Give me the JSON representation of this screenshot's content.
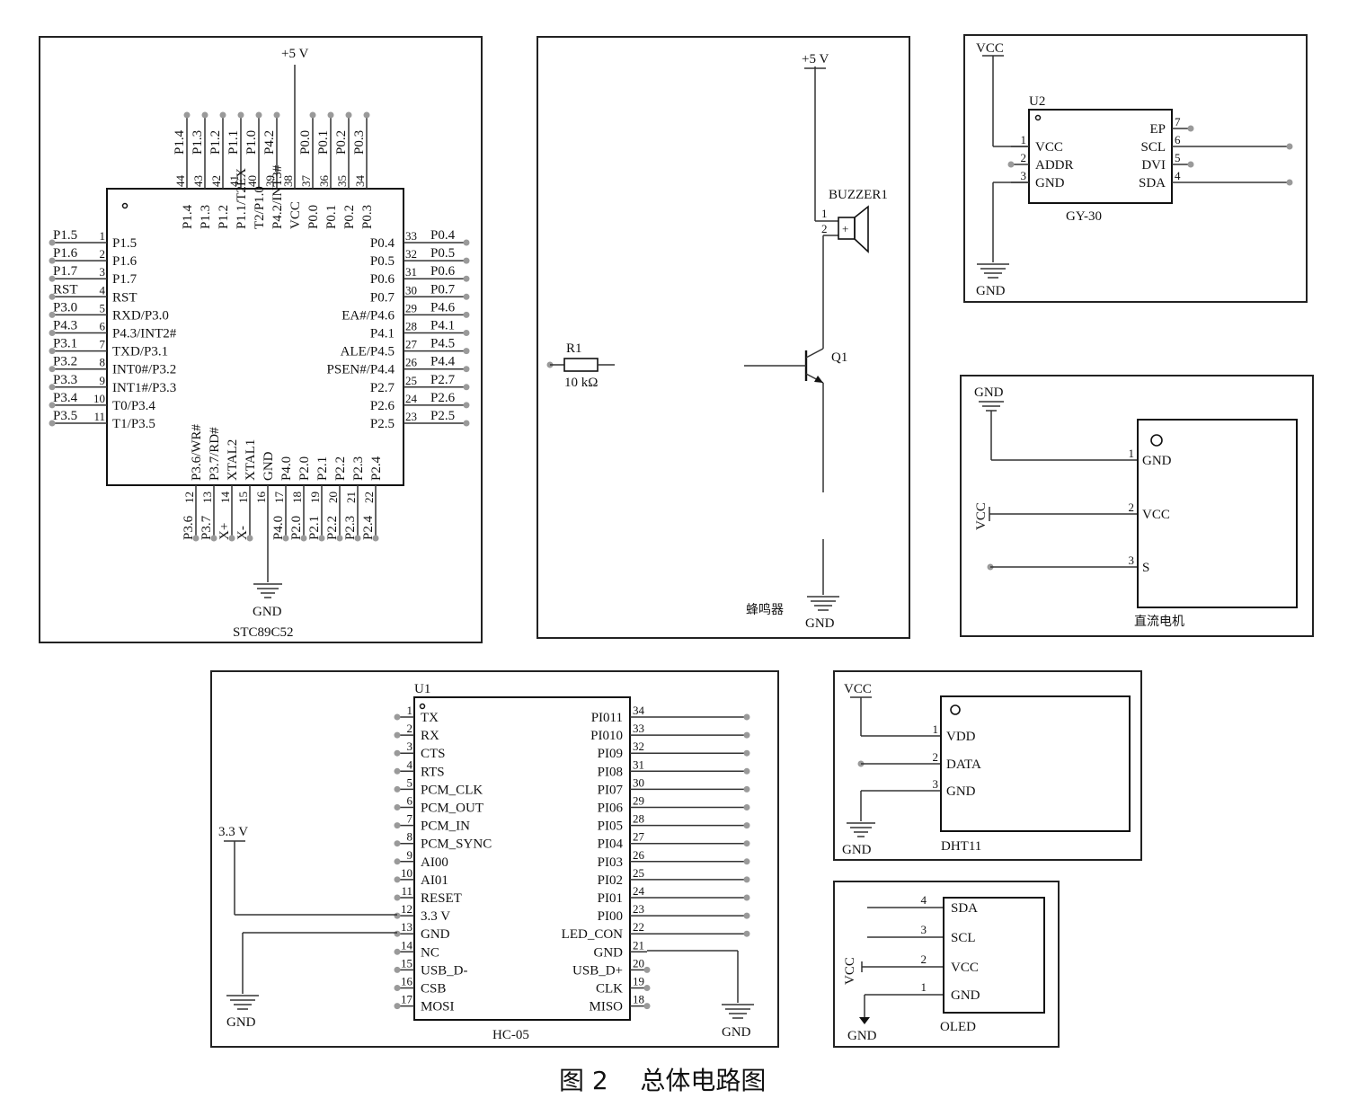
{
  "caption": "图 2    总体电路图",
  "mcu": {
    "name": "STC89C52",
    "vcc_label": "+5 V",
    "gnd_label": "GND",
    "left_pins": [
      {
        "num": "1",
        "inner": "P1.5",
        "outer": "P1.5"
      },
      {
        "num": "2",
        "inner": "P1.6",
        "outer": "P1.6"
      },
      {
        "num": "3",
        "inner": "P1.7",
        "outer": "P1.7"
      },
      {
        "num": "4",
        "inner": "RST",
        "outer": "RST"
      },
      {
        "num": "5",
        "inner": "RXD/P3.0",
        "outer": "P3.0"
      },
      {
        "num": "6",
        "inner": "P4.3/INT2#",
        "outer": "P4.3"
      },
      {
        "num": "7",
        "inner": "TXD/P3.1",
        "outer": "P3.1"
      },
      {
        "num": "8",
        "inner": "INT0#/P3.2",
        "outer": "P3.2"
      },
      {
        "num": "9",
        "inner": "INT1#/P3.3",
        "outer": "P3.3"
      },
      {
        "num": "10",
        "inner": "T0/P3.4",
        "outer": "P3.4"
      },
      {
        "num": "11",
        "inner": "T1/P3.5",
        "outer": "P3.5"
      }
    ],
    "right_pins": [
      {
        "num": "33",
        "inner": "P0.4",
        "outer": "P0.4"
      },
      {
        "num": "32",
        "inner": "P0.5",
        "outer": "P0.5"
      },
      {
        "num": "31",
        "inner": "P0.6",
        "outer": "P0.6"
      },
      {
        "num": "30",
        "inner": "P0.7",
        "outer": "P0.7"
      },
      {
        "num": "29",
        "inner": "EA#/P4.6",
        "outer": "P4.6"
      },
      {
        "num": "28",
        "inner": "P4.1",
        "outer": "P4.1"
      },
      {
        "num": "27",
        "inner": "ALE/P4.5",
        "outer": "P4.5"
      },
      {
        "num": "26",
        "inner": "PSEN#/P4.4",
        "outer": "P4.4"
      },
      {
        "num": "25",
        "inner": "P2.7",
        "outer": "P2.7"
      },
      {
        "num": "24",
        "inner": "P2.6",
        "outer": "P2.6"
      },
      {
        "num": "23",
        "inner": "P2.5",
        "outer": "P2.5"
      }
    ],
    "top_pins": [
      {
        "num": "44",
        "inner": "P1.4",
        "outer": "P1.4"
      },
      {
        "num": "43",
        "inner": "P1.3",
        "outer": "P1.3"
      },
      {
        "num": "42",
        "inner": "P1.2",
        "outer": "P1.2"
      },
      {
        "num": "41",
        "inner": "P1.1/T2EX",
        "outer": "P1.1"
      },
      {
        "num": "40",
        "inner": "T2/P1.0",
        "outer": "P1.0"
      },
      {
        "num": "39",
        "inner": "P4.2/INT3#",
        "outer": "P4.2"
      },
      {
        "num": "38",
        "inner": "VCC",
        "outer": ""
      },
      {
        "num": "37",
        "inner": "P0.0",
        "outer": "P0.0"
      },
      {
        "num": "36",
        "inner": "P0.1",
        "outer": "P0.1"
      },
      {
        "num": "35",
        "inner": "P0.2",
        "outer": "P0.2"
      },
      {
        "num": "34",
        "inner": "P0.3",
        "outer": "P0.3"
      }
    ],
    "bottom_pins": [
      {
        "num": "12",
        "inner": "P3.6/WR#",
        "outer": "P3.6"
      },
      {
        "num": "13",
        "inner": "P3.7/RD#",
        "outer": "P3.7"
      },
      {
        "num": "14",
        "inner": "XTAL2",
        "outer": "X+"
      },
      {
        "num": "15",
        "inner": "XTAL1",
        "outer": "X-"
      },
      {
        "num": "16",
        "inner": "GND",
        "outer": ""
      },
      {
        "num": "17",
        "inner": "P4.0",
        "outer": "P4.0"
      },
      {
        "num": "18",
        "inner": "P2.0",
        "outer": "P2.0"
      },
      {
        "num": "19",
        "inner": "P2.1",
        "outer": "P2.1"
      },
      {
        "num": "20",
        "inner": "P2.2",
        "outer": "P2.2"
      },
      {
        "num": "21",
        "inner": "P2.3",
        "outer": "P2.3"
      },
      {
        "num": "22",
        "inner": "P2.4",
        "outer": "P2.4"
      }
    ]
  },
  "buzzer": {
    "vcc_label": "+5 V",
    "buzzer_name": "BUZZER1",
    "pin1": "1",
    "pin2": "2",
    "plus": "+",
    "r_name": "R1",
    "r_value": "10 kΩ",
    "q_name": "Q1",
    "gnd_label": "GND",
    "caption": "蜂鸣器"
  },
  "gy30": {
    "vcc_label": "VCC",
    "ref": "U2",
    "name": "GY-30",
    "gnd_label": "GND",
    "left_pins": [
      {
        "num": "1",
        "label": "VCC"
      },
      {
        "num": "2",
        "label": "ADDR"
      },
      {
        "num": "3",
        "label": "GND"
      }
    ],
    "right_pins": [
      {
        "num": "7",
        "label": "EP"
      },
      {
        "num": "6",
        "label": "SCL"
      },
      {
        "num": "5",
        "label": "DVI"
      },
      {
        "num": "4",
        "label": "SDA"
      }
    ]
  },
  "motor": {
    "gnd_label": "GND",
    "vcc_label": "VCC",
    "name": "直流电机",
    "pins": [
      {
        "num": "1",
        "label": "GND"
      },
      {
        "num": "2",
        "label": "VCC"
      },
      {
        "num": "3",
        "label": "S"
      }
    ]
  },
  "hc05": {
    "ref": "U1",
    "name": "HC-05",
    "v33_label": "3.3 V",
    "gnd_left": "GND",
    "gnd_right": "GND",
    "left_pins": [
      {
        "num": "1",
        "label": "TX"
      },
      {
        "num": "2",
        "label": "RX"
      },
      {
        "num": "3",
        "label": "CTS"
      },
      {
        "num": "4",
        "label": "RTS"
      },
      {
        "num": "5",
        "label": "PCM_CLK"
      },
      {
        "num": "6",
        "label": "PCM_OUT"
      },
      {
        "num": "7",
        "label": "PCM_IN"
      },
      {
        "num": "8",
        "label": "PCM_SYNC"
      },
      {
        "num": "9",
        "label": "AI00"
      },
      {
        "num": "10",
        "label": "AI01"
      },
      {
        "num": "11",
        "label": "RESET"
      },
      {
        "num": "12",
        "label": "3.3 V"
      },
      {
        "num": "13",
        "label": "GND"
      },
      {
        "num": "14",
        "label": "NC"
      },
      {
        "num": "15",
        "label": "USB_D-"
      },
      {
        "num": "16",
        "label": "CSB"
      },
      {
        "num": "17",
        "label": "MOSI"
      }
    ],
    "right_pins": [
      {
        "num": "34",
        "label": "PI011"
      },
      {
        "num": "33",
        "label": "PI010"
      },
      {
        "num": "32",
        "label": "PI09"
      },
      {
        "num": "31",
        "label": "PI08"
      },
      {
        "num": "30",
        "label": "PI07"
      },
      {
        "num": "29",
        "label": "PI06"
      },
      {
        "num": "28",
        "label": "PI05"
      },
      {
        "num": "27",
        "label": "PI04"
      },
      {
        "num": "26",
        "label": "PI03"
      },
      {
        "num": "25",
        "label": "PI02"
      },
      {
        "num": "24",
        "label": "PI01"
      },
      {
        "num": "23",
        "label": "PI00"
      },
      {
        "num": "22",
        "label": "LED_CON"
      },
      {
        "num": "21",
        "label": "GND"
      },
      {
        "num": "20",
        "label": "USB_D+"
      },
      {
        "num": "19",
        "label": "CLK"
      },
      {
        "num": "18",
        "label": "MISO"
      }
    ]
  },
  "dht11": {
    "vcc_label": "VCC",
    "gnd_label": "GND",
    "name": "DHT11",
    "pins": [
      {
        "num": "1",
        "label": "VDD"
      },
      {
        "num": "2",
        "label": "DATA"
      },
      {
        "num": "3",
        "label": "GND"
      }
    ]
  },
  "oled": {
    "vcc_label": "VCC",
    "gnd_label": "GND",
    "name": "OLED",
    "pins": [
      {
        "num": "4",
        "label": "SDA"
      },
      {
        "num": "3",
        "label": "SCL"
      },
      {
        "num": "2",
        "label": "VCC"
      },
      {
        "num": "1",
        "label": "GND"
      }
    ]
  }
}
